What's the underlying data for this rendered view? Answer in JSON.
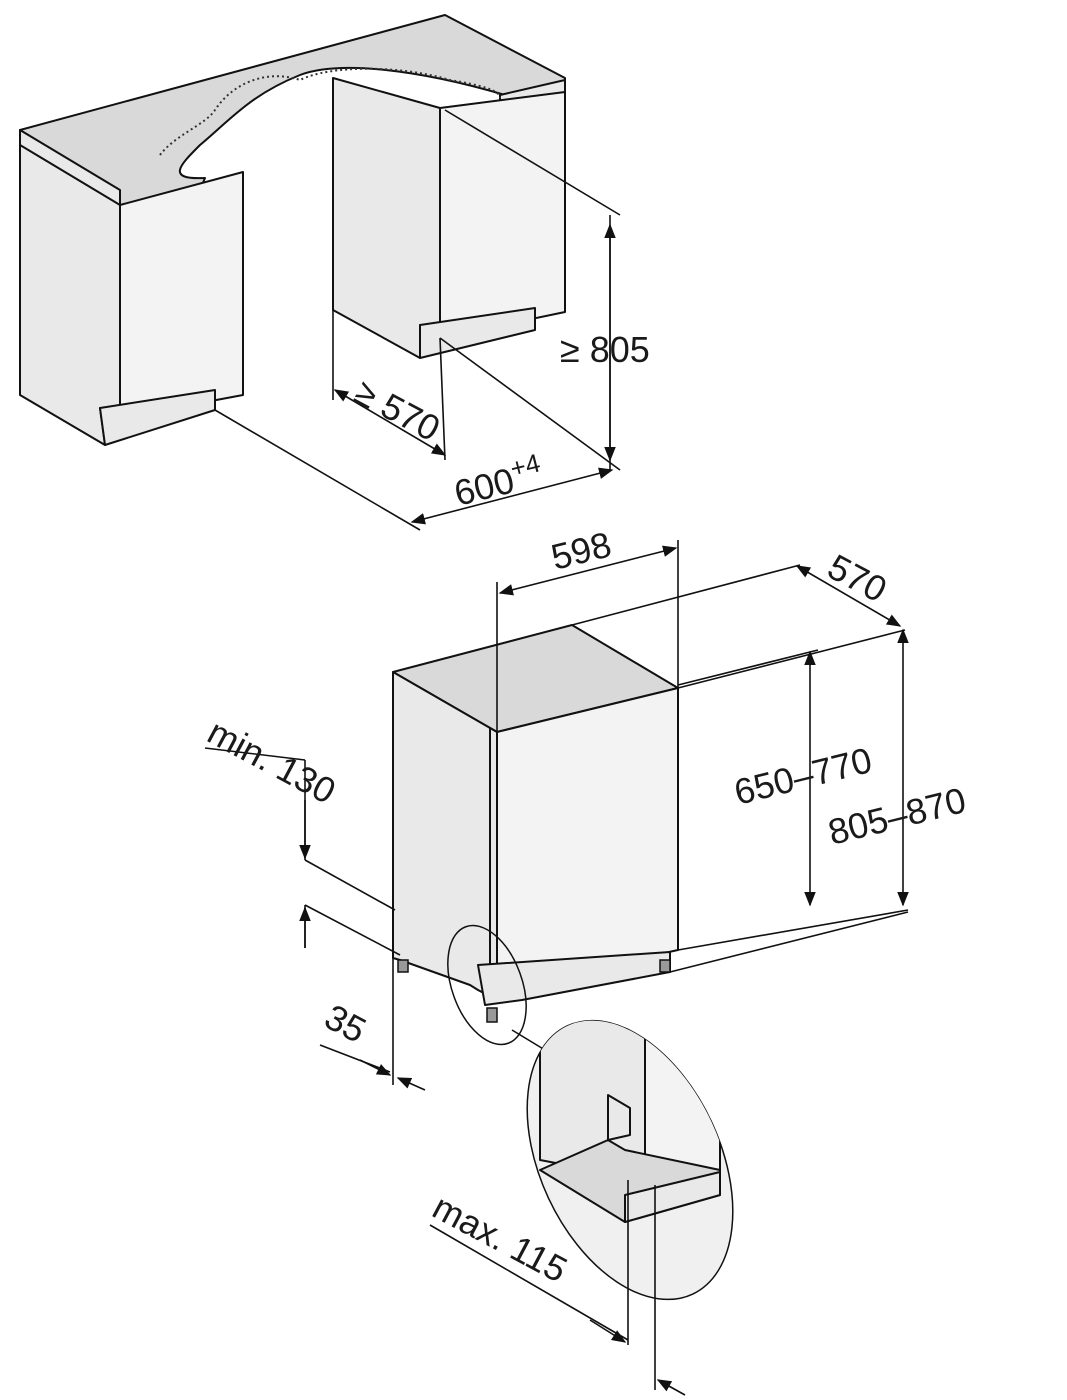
{
  "labels": {
    "niche_height": "≥ 805",
    "niche_depth": "≥ 570",
    "niche_width_base": "600",
    "niche_width_tol": "+4",
    "appliance_width": "598",
    "appliance_depth": "570",
    "door_height": "650–770",
    "appliance_height": "805–870",
    "plinth_height": "min. 130",
    "plinth_depth": "35",
    "max_dim": "max. 115"
  }
}
